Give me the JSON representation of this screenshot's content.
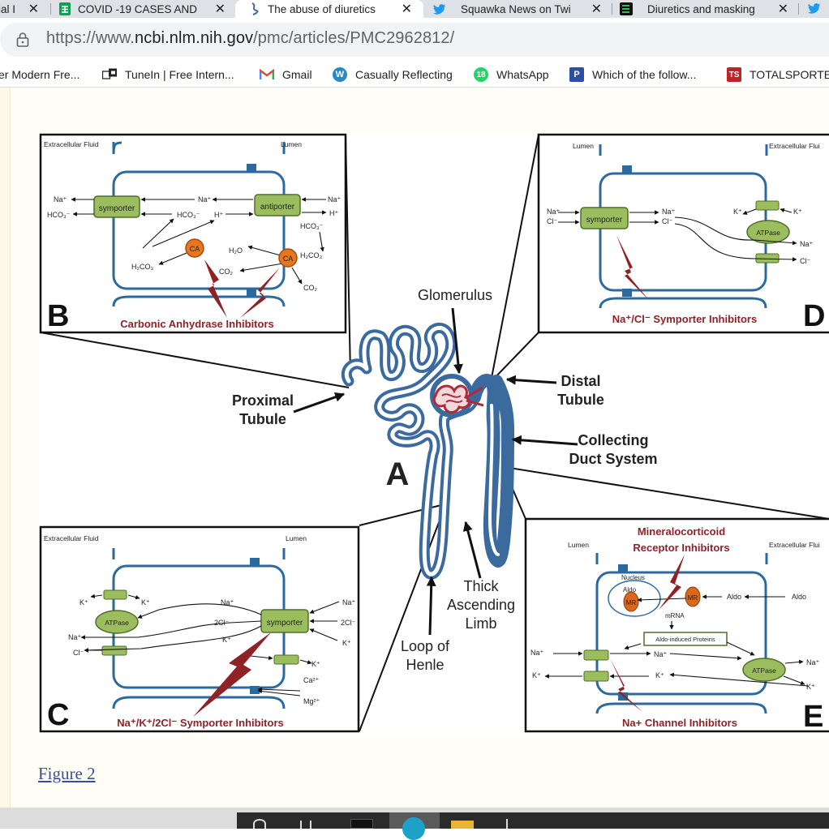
{
  "browser": {
    "tabs": [
      {
        "title": "ial I",
        "icon": "partial-tab-icon"
      },
      {
        "title": "COVID -19 CASES AND",
        "icon": "google-sheets-icon"
      },
      {
        "title": "The abuse of diuretics",
        "icon": "ncbi-icon",
        "active": true
      },
      {
        "title": "Squawka News on Twi",
        "icon": "twitter-icon"
      },
      {
        "title": "Diuretics and masking",
        "icon": "green-site-icon"
      }
    ],
    "close_glyph": "✕",
    "url": {
      "prefix": "https://www.",
      "domain": "ncbi.nlm.nih.gov",
      "path": "/pmc/articles/PMC2962812/"
    },
    "bookmarks": [
      {
        "label": "er Modern Fre..."
      },
      {
        "label": "TuneIn | Free Intern...",
        "icon": "tunein-icon"
      },
      {
        "label": "Gmail",
        "icon": "gmail-icon"
      },
      {
        "label": "Casually Reflecting",
        "icon": "wordpress-icon"
      },
      {
        "label": "WhatsApp",
        "icon": "whatsapp-icon",
        "badge": "18"
      },
      {
        "label": "Which of the follow...",
        "icon": "p-icon",
        "glyph": "P"
      },
      {
        "label": "TOTALSPORTEK",
        "icon": "ts-icon",
        "glyph": "TS"
      }
    ]
  },
  "figure": {
    "caption_link": "Figure 2",
    "main": {
      "letter": "A",
      "labels": {
        "glomerulus": "Glomerulus",
        "proximal_1": "Proximal",
        "proximal_2": "Tubule",
        "distal_1": "Distal",
        "distal_2": "Tubule",
        "collecting_1": "Collecting",
        "collecting_2": "Duct System",
        "loop_1": "Loop of",
        "loop_2": "Henle",
        "thick_1": "Thick",
        "thick_2": "Ascending",
        "thick_3": "Limb"
      }
    },
    "panel_b": {
      "letter": "B",
      "extracellular": "Extracellular Fluid",
      "lumen": "Lumen",
      "title": "Carbonic Anhydrase Inhibitors",
      "symporter": "symporter",
      "antiporter": "antiporter",
      "ca": "CA",
      "na": "Na⁺",
      "hco3": "HCO₃⁻",
      "h": "H⁺",
      "h2co3": "H₂CO₃",
      "h2o": "H₂O",
      "co2": "CO₂"
    },
    "panel_c": {
      "letter": "C",
      "extracellular": "Extracellular Fluid",
      "lumen": "Lumen",
      "title": "Na⁺/K⁺/2Cl⁻ Symporter Inhibitors",
      "symporter": "symporter",
      "atpase": "ATPase",
      "k": "K⁺",
      "na": "Na⁺",
      "cl": "Cl⁻",
      "cl2": "2Cl⁻",
      "ca": "Ca²⁺",
      "mg": "Mg²⁺"
    },
    "panel_d": {
      "letter": "D",
      "lumen": "Lumen",
      "extracellular": "Extracellular Flui",
      "title": "Na⁺/Cl⁻ Symporter Inhibitors",
      "symporter": "symporter",
      "atpase": "ATPase",
      "na": "Na⁺",
      "cl": "Cl⁻",
      "k": "K⁺"
    },
    "panel_e": {
      "letter": "E",
      "lumen": "Lumen",
      "extracellular": "Extracellular Flui",
      "title_1": "Mineralocorticoid",
      "title_2": "Receptor Inhibitors",
      "bottom_title": "Na+ Channel Inhibitors",
      "nucleus": "Nucleus",
      "aldo": "Aldo",
      "mr": "MR",
      "mrna": "mRNA",
      "proteins": "Aldo-induced Proteins",
      "atpase": "ATPase",
      "na": "Na⁺",
      "k": "K⁺"
    }
  },
  "colors": {
    "tubule": "#3b6a9f",
    "cell": "#2b6a9f",
    "inhibitor": "#8e2227",
    "transporter": "#9bbd5d",
    "ca_enzyme": "#e8761f",
    "mr": "#d9681d",
    "link": "#3a4d9c"
  }
}
